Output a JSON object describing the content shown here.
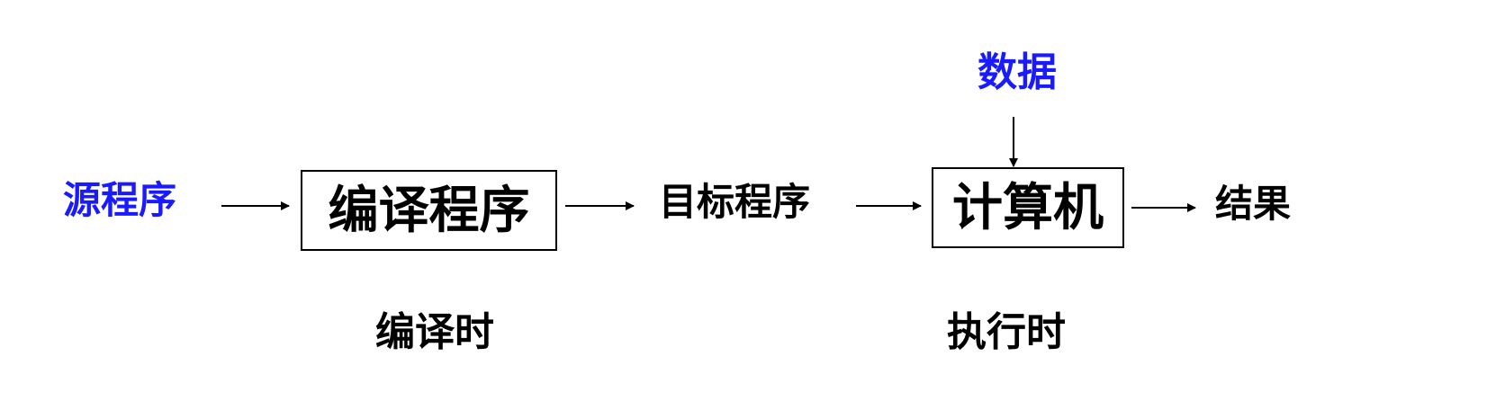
{
  "nodes": {
    "source_program": "源程序",
    "compiler": "编译程序",
    "target_program": "目标程序",
    "computer": "计算机",
    "result": "结果",
    "data": "数据"
  },
  "phases": {
    "compile_time": "编译时",
    "run_time": "执行时"
  },
  "colors": {
    "input_text": "#1a1aff",
    "default_text": "#000000",
    "background": "#ffffff"
  }
}
